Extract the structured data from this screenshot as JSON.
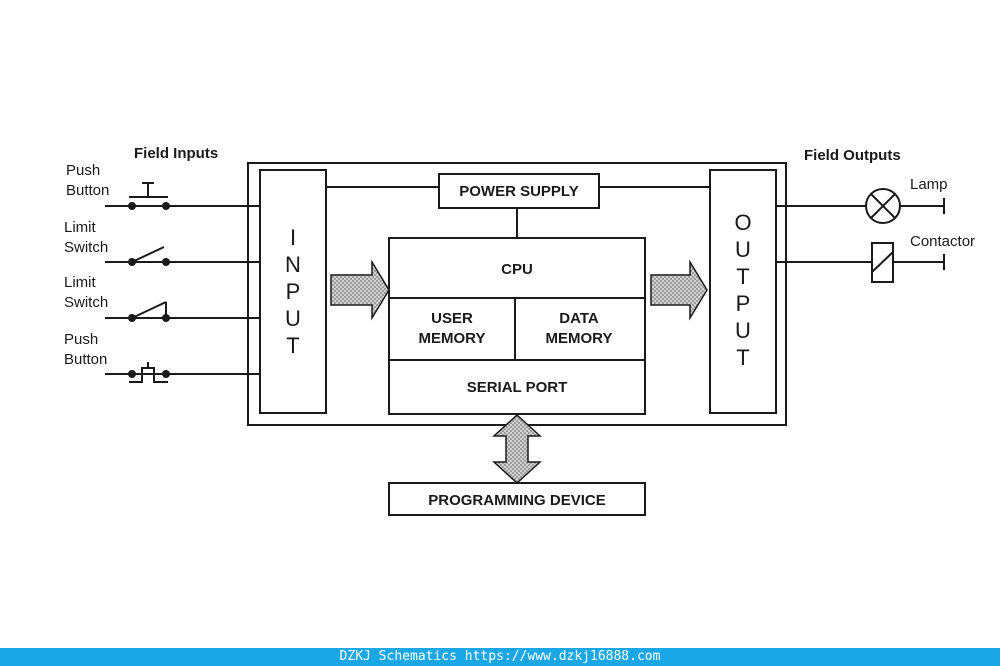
{
  "field_inputs_title": "Field Inputs",
  "field_outputs_title": "Field Outputs",
  "inputs": [
    {
      "line1": "Push",
      "line2": "Button"
    },
    {
      "line1": "Limit",
      "line2": "Switch"
    },
    {
      "line1": "Limit",
      "line2": "Switch"
    },
    {
      "line1": "Push",
      "line2": "Button"
    }
  ],
  "outputs": {
    "lamp": "Lamp",
    "contactor": "Contactor"
  },
  "blocks": {
    "power_supply": "POWER SUPPLY",
    "input_letters": [
      "I",
      "N",
      "P",
      "U",
      "T"
    ],
    "output_letters": [
      "O",
      "U",
      "T",
      "P",
      "U",
      "T"
    ],
    "cpu": "CPU",
    "user_memory": [
      "USER",
      "MEMORY"
    ],
    "data_memory": [
      "DATA",
      "MEMORY"
    ],
    "serial_port": "SERIAL PORT",
    "programming_device": "PROGRAMMING DEVICE"
  },
  "footer": "DZKJ Schematics https://www.dzkj16888.com",
  "colors": {
    "line": "#1a1a1a",
    "arrow_fill": "#b8b8b8",
    "footer_bg": "#1aa7e6"
  }
}
